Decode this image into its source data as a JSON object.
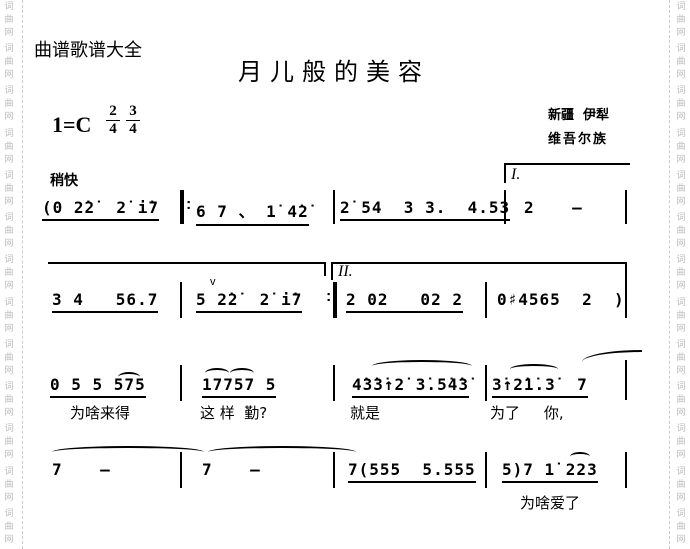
{
  "watermark": {
    "chars": [
      "词",
      "曲",
      "网"
    ]
  },
  "site_label": "曲谱歌谱大全",
  "title": "月儿般的美容",
  "key": "1=C",
  "time_signatures": [
    {
      "num": "2",
      "den": "4"
    },
    {
      "num": "3",
      "den": "4"
    }
  ],
  "origin": {
    "line1": "新疆  伊犁",
    "line2": "维吾尔族"
  },
  "tempo": "稍快",
  "voltas": {
    "first": "I.",
    "second": "II."
  },
  "rows": [
    {
      "measures": [
        "(0 2̇2̇  2̇ i̇7",
        "6 7 、 1̇ 4̇2̇",
        "2̇ 54  3 3.  4.53",
        "2    –"
      ]
    },
    {
      "measures": [
        "3 4   56.7",
        "5 2̇2̇  2̇ i̇7",
        "2 02   02 2",
        "0♯4565  2  )"
      ]
    },
    {
      "measures": [
        "0 5 5 575",
        "17757 5",
        "4̇3̇3̇↑2̇ 3̇.5̇4̇3̇",
        "3̇↑2̇1̇.3̇  7"
      ],
      "lyrics": [
        "为啥来得",
        "这 样  勤?",
        "就是",
        "为了     你,"
      ]
    },
    {
      "measures": [
        "7    –",
        "7    –",
        "7(555  5.555",
        "5)7 1̇ 223"
      ],
      "lyrics": [
        "为啥爱了"
      ]
    }
  ]
}
